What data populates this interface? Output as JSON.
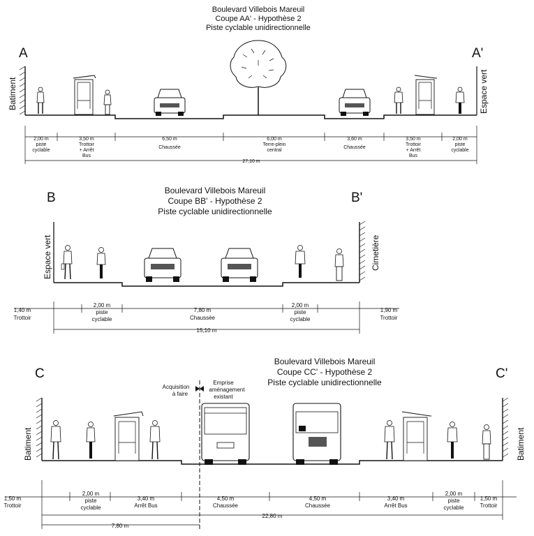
{
  "sections": [
    {
      "id": "AA",
      "title": [
        "Boulevard Villebois Mareuil",
        "Coupe AA' - Hypothèse 2",
        "Piste cyclable unidirectionnelle"
      ],
      "left_marker": "A",
      "right_marker": "A'",
      "left_edge_label": "Batiment",
      "right_edge_label": "Espace vert",
      "segments": [
        {
          "lines": [
            "2,00 m",
            "piste",
            "cyclable"
          ]
        },
        {
          "lines": [
            "3,50 m",
            "Trottoir",
            "+ Arrêt",
            "Bus"
          ]
        },
        {
          "lines": [
            "6,50 m",
            "Chaussée"
          ]
        },
        {
          "lines": [
            "6,00 m",
            "Terre-plein",
            "central"
          ]
        },
        {
          "lines": [
            "3,60 m",
            "Chaussée"
          ]
        },
        {
          "lines": [
            "3,50 m",
            "Trottoir",
            "+ Arrêt",
            "Bus"
          ]
        },
        {
          "lines": [
            "2,00 m",
            "piste",
            "cyclable"
          ]
        }
      ],
      "total": "27,10 m"
    },
    {
      "id": "BB",
      "title": [
        "Boulevard Villebois Mareuil",
        "Coupe BB' - Hypothèse 2",
        "Piste cyclable unidirectionnelle"
      ],
      "left_marker": "B",
      "right_marker": "B'",
      "left_edge_label": "Espace vert",
      "right_edge_label": "Cimetière",
      "segments": [
        {
          "lines": [
            "1,40 m",
            "Trottoir"
          ]
        },
        {
          "lines": [
            "2,00 m",
            "piste",
            "cyclable"
          ]
        },
        {
          "lines": [
            "7,80 m",
            "Chaussée"
          ]
        },
        {
          "lines": [
            "2,00 m",
            "piste",
            "cyclable"
          ]
        },
        {
          "lines": [
            "1,90 m",
            "Trottoir"
          ]
        }
      ],
      "total": "15,10 m"
    },
    {
      "id": "CC",
      "title": [
        "Boulevard Villebois Mareuil",
        "Coupe CC' - Hypothèse 2",
        "Piste cyclable unidirectionnelle"
      ],
      "left_marker": "C",
      "right_marker": "C'",
      "left_edge_label": "Batiment",
      "right_edge_label": "Batiment",
      "annotations": {
        "acquisition": [
          "Acquisition",
          "à faire"
        ],
        "emprise": [
          "Emprise",
          "aménagement",
          "existant"
        ]
      },
      "segments": [
        {
          "lines": [
            "1,50 m",
            "Trottoir"
          ]
        },
        {
          "lines": [
            "2,00 m",
            "piste",
            "cyclable"
          ]
        },
        {
          "lines": [
            "3,40 m",
            "Arrêt Bus"
          ]
        },
        {
          "lines": [
            "4,50 m",
            "Chaussée"
          ]
        },
        {
          "lines": [
            "4,50 m",
            "Chaussée"
          ]
        },
        {
          "lines": [
            "3,40 m",
            "Arrêt Bus"
          ]
        },
        {
          "lines": [
            "2,00 m",
            "piste",
            "cyclable"
          ]
        },
        {
          "lines": [
            "1,50 m",
            "Trottoir"
          ]
        }
      ],
      "total": "22,80 m",
      "partial": "7,80 m"
    }
  ],
  "icons": [
    "pedestrian-icon",
    "cyclist-icon",
    "bus-shelter-icon",
    "car-icon",
    "bus-icon",
    "tree-icon",
    "wall-hatch-icon"
  ]
}
